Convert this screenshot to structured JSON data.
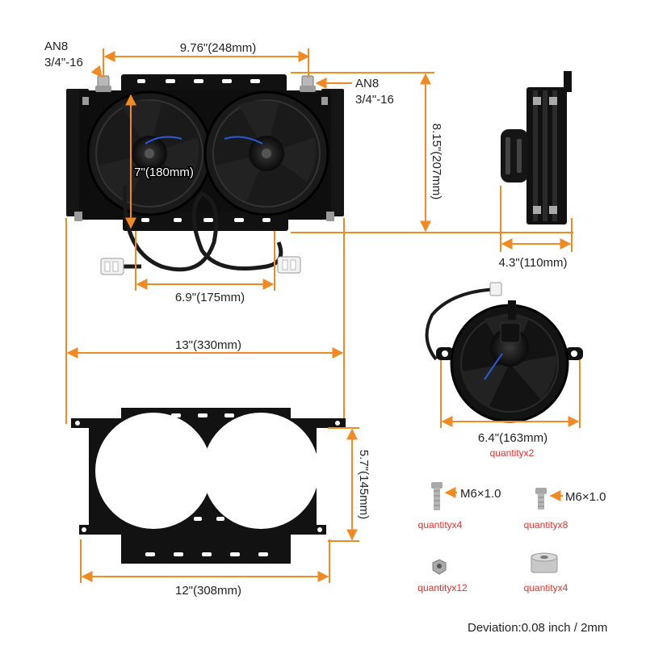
{
  "colors": {
    "dimension": "#f08a24",
    "product": "#111111",
    "metal": "#a8a8a8",
    "quantity": "#e0302a",
    "wire": "#1a1a1a",
    "connector": "#f2f2f2"
  },
  "fittings": {
    "left": {
      "line1": "AN8",
      "line2": "3/4\"-16"
    },
    "right": {
      "line1": "AN8",
      "line2": "3/4\"-16"
    }
  },
  "dimensions": {
    "core_width": "9.76\"(248mm)",
    "height": "8.15\"(207mm)",
    "fan_diameter": "7\"(180mm)",
    "harness_width": "6.9\"(175mm)",
    "overall_width": "13\"(330mm)",
    "depth": "4.3\"(110mm)",
    "fan_width": "6.4\"(163mm)",
    "bracket_height": "5.7\"(145mm)",
    "bracket_width": "12\"(308mm)"
  },
  "fan_detail": {
    "quantity": "quantityx2"
  },
  "hardware": [
    {
      "name": "long-bolt",
      "label": "M6×1.0",
      "quantity": "quantityx4"
    },
    {
      "name": "short-bolt",
      "label": "M6×1.0",
      "quantity": "quantityx8"
    },
    {
      "name": "nut",
      "label": "",
      "quantity": "quantityx12"
    },
    {
      "name": "spacer",
      "label": "",
      "quantity": "quantityx4"
    }
  ],
  "footer": {
    "deviation": "Deviation:0.08 inch / 2mm"
  }
}
